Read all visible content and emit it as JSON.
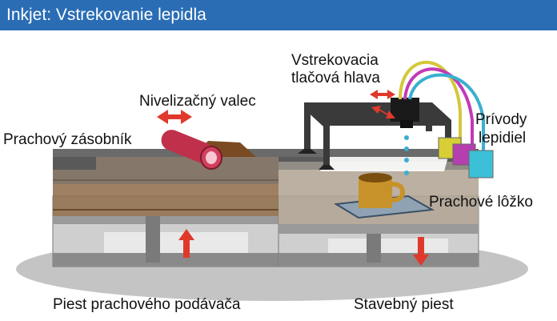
{
  "title": "Inkjet: Vstrekovanie lepidla",
  "labels": {
    "print_head_line1": "Vstrekovacia",
    "print_head_line2": "tlačová hlava",
    "roller": "Nivelizačný valec",
    "powder_reservoir": "Prachový zásobník",
    "binder_line1": "Prívody",
    "binder_line2": "lepidiel",
    "powder_bed": "Prachové lôžko",
    "feed_piston": "Piest prachového podávača",
    "build_piston": "Stavebný piest"
  },
  "colors": {
    "title_bar": "#2a6db5",
    "arrow": "#e0392b",
    "powder": "#8b5a2b",
    "roller": "#c0304a",
    "frame": "#333333",
    "part": "#c8922b",
    "tube_yellow": "#d4c83a",
    "tube_magenta": "#c23ab8",
    "tube_cyan": "#3ab0cf",
    "cart_yellow": "#d7cf35",
    "cart_magenta": "#b63fb0",
    "cart_cyan": "#3cc0d8",
    "droplet": "#3aaed0"
  }
}
